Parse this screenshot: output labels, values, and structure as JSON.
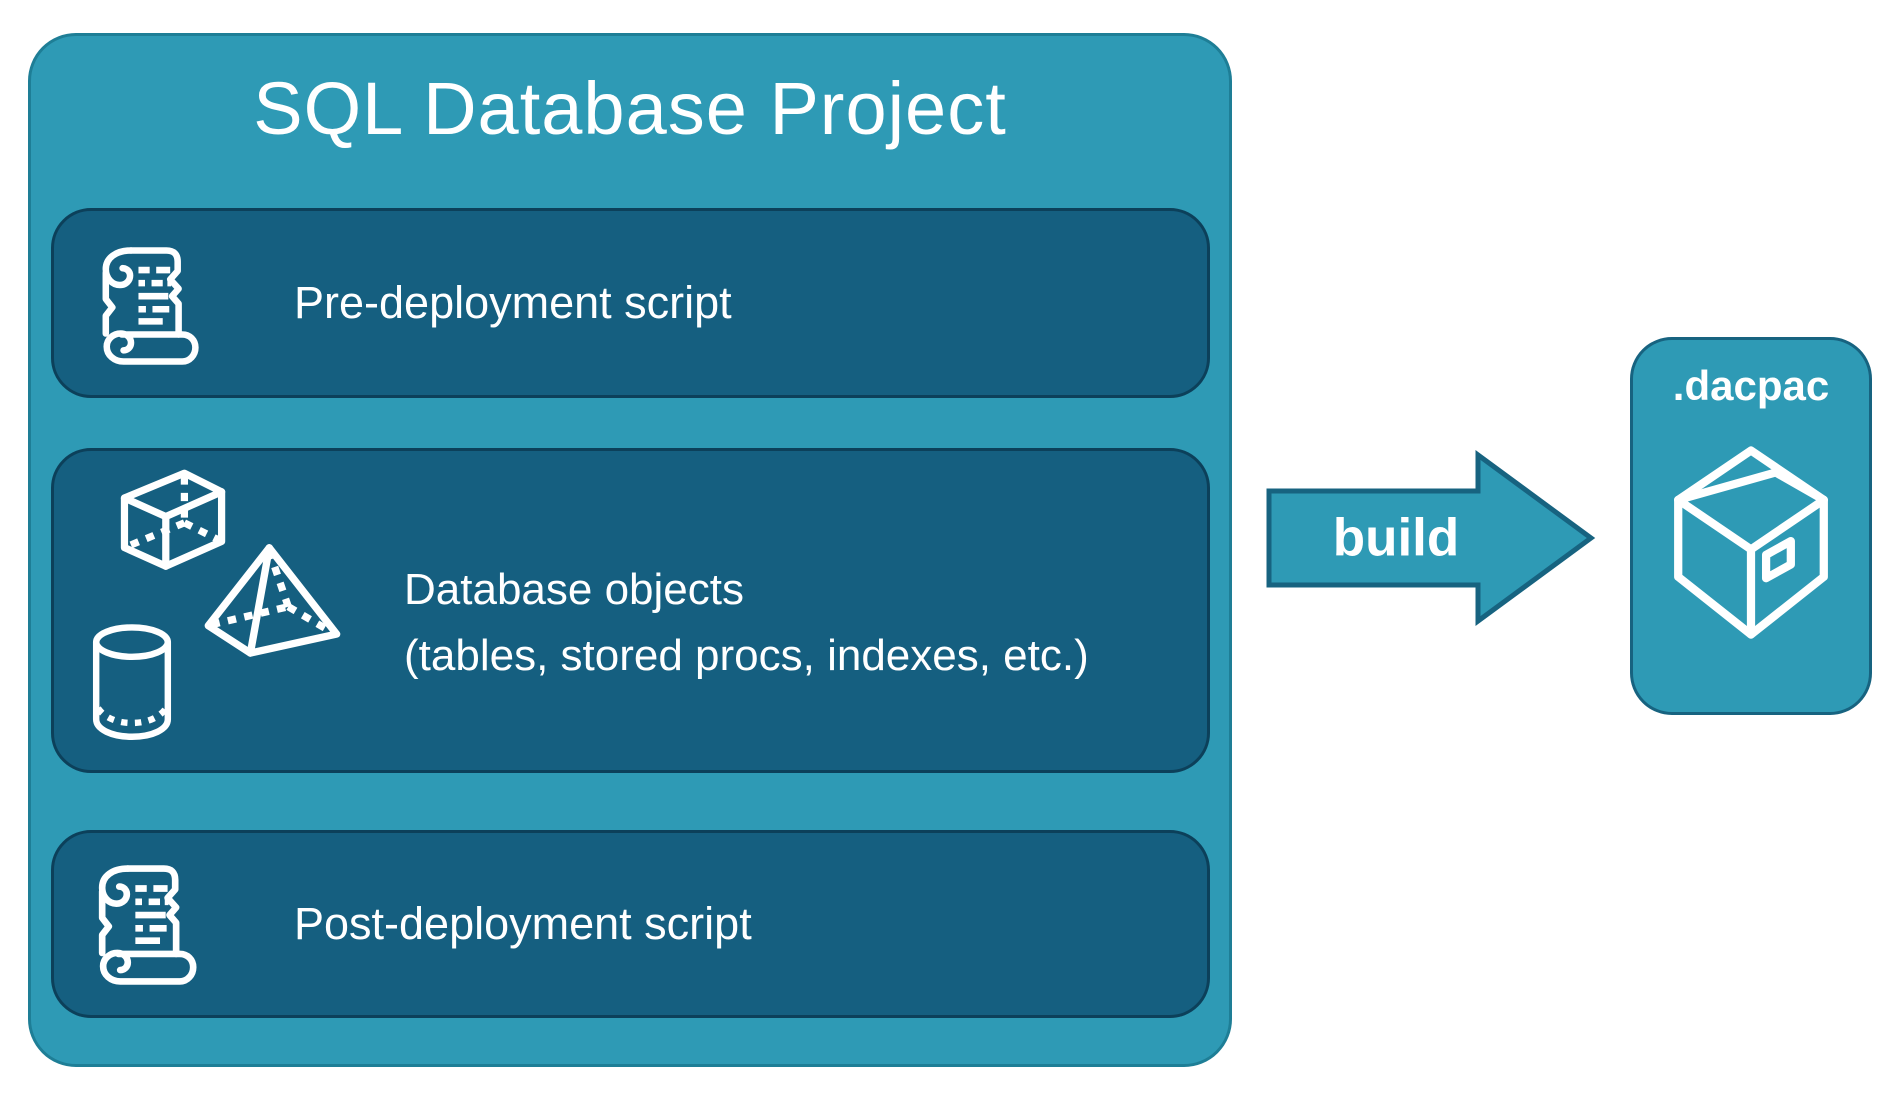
{
  "diagram": {
    "project": {
      "title": "SQL Database Project",
      "items": [
        {
          "id": "pre-deployment",
          "label": "Pre-deployment script",
          "icon": "scroll-icon"
        },
        {
          "id": "database-objects",
          "label_line1": "Database objects",
          "label_line2": "(tables, stored procs, indexes, etc.)",
          "icons": [
            "cube-icon",
            "pyramid-icon",
            "cylinder-icon"
          ]
        },
        {
          "id": "post-deployment",
          "label": "Post-deployment script",
          "icon": "scroll-icon"
        }
      ]
    },
    "arrow": {
      "label": "build",
      "direction": "right"
    },
    "output": {
      "label": ".dacpac",
      "icon": "package-icon"
    }
  },
  "colors": {
    "teal": "#2E9AB5",
    "teal_dark": "#155F80",
    "border_teal": "#1E7E96",
    "border_dark": "#0C405A",
    "border_accent": "#176380",
    "text": "#FFFFFF",
    "background": "#FFFFFF"
  }
}
